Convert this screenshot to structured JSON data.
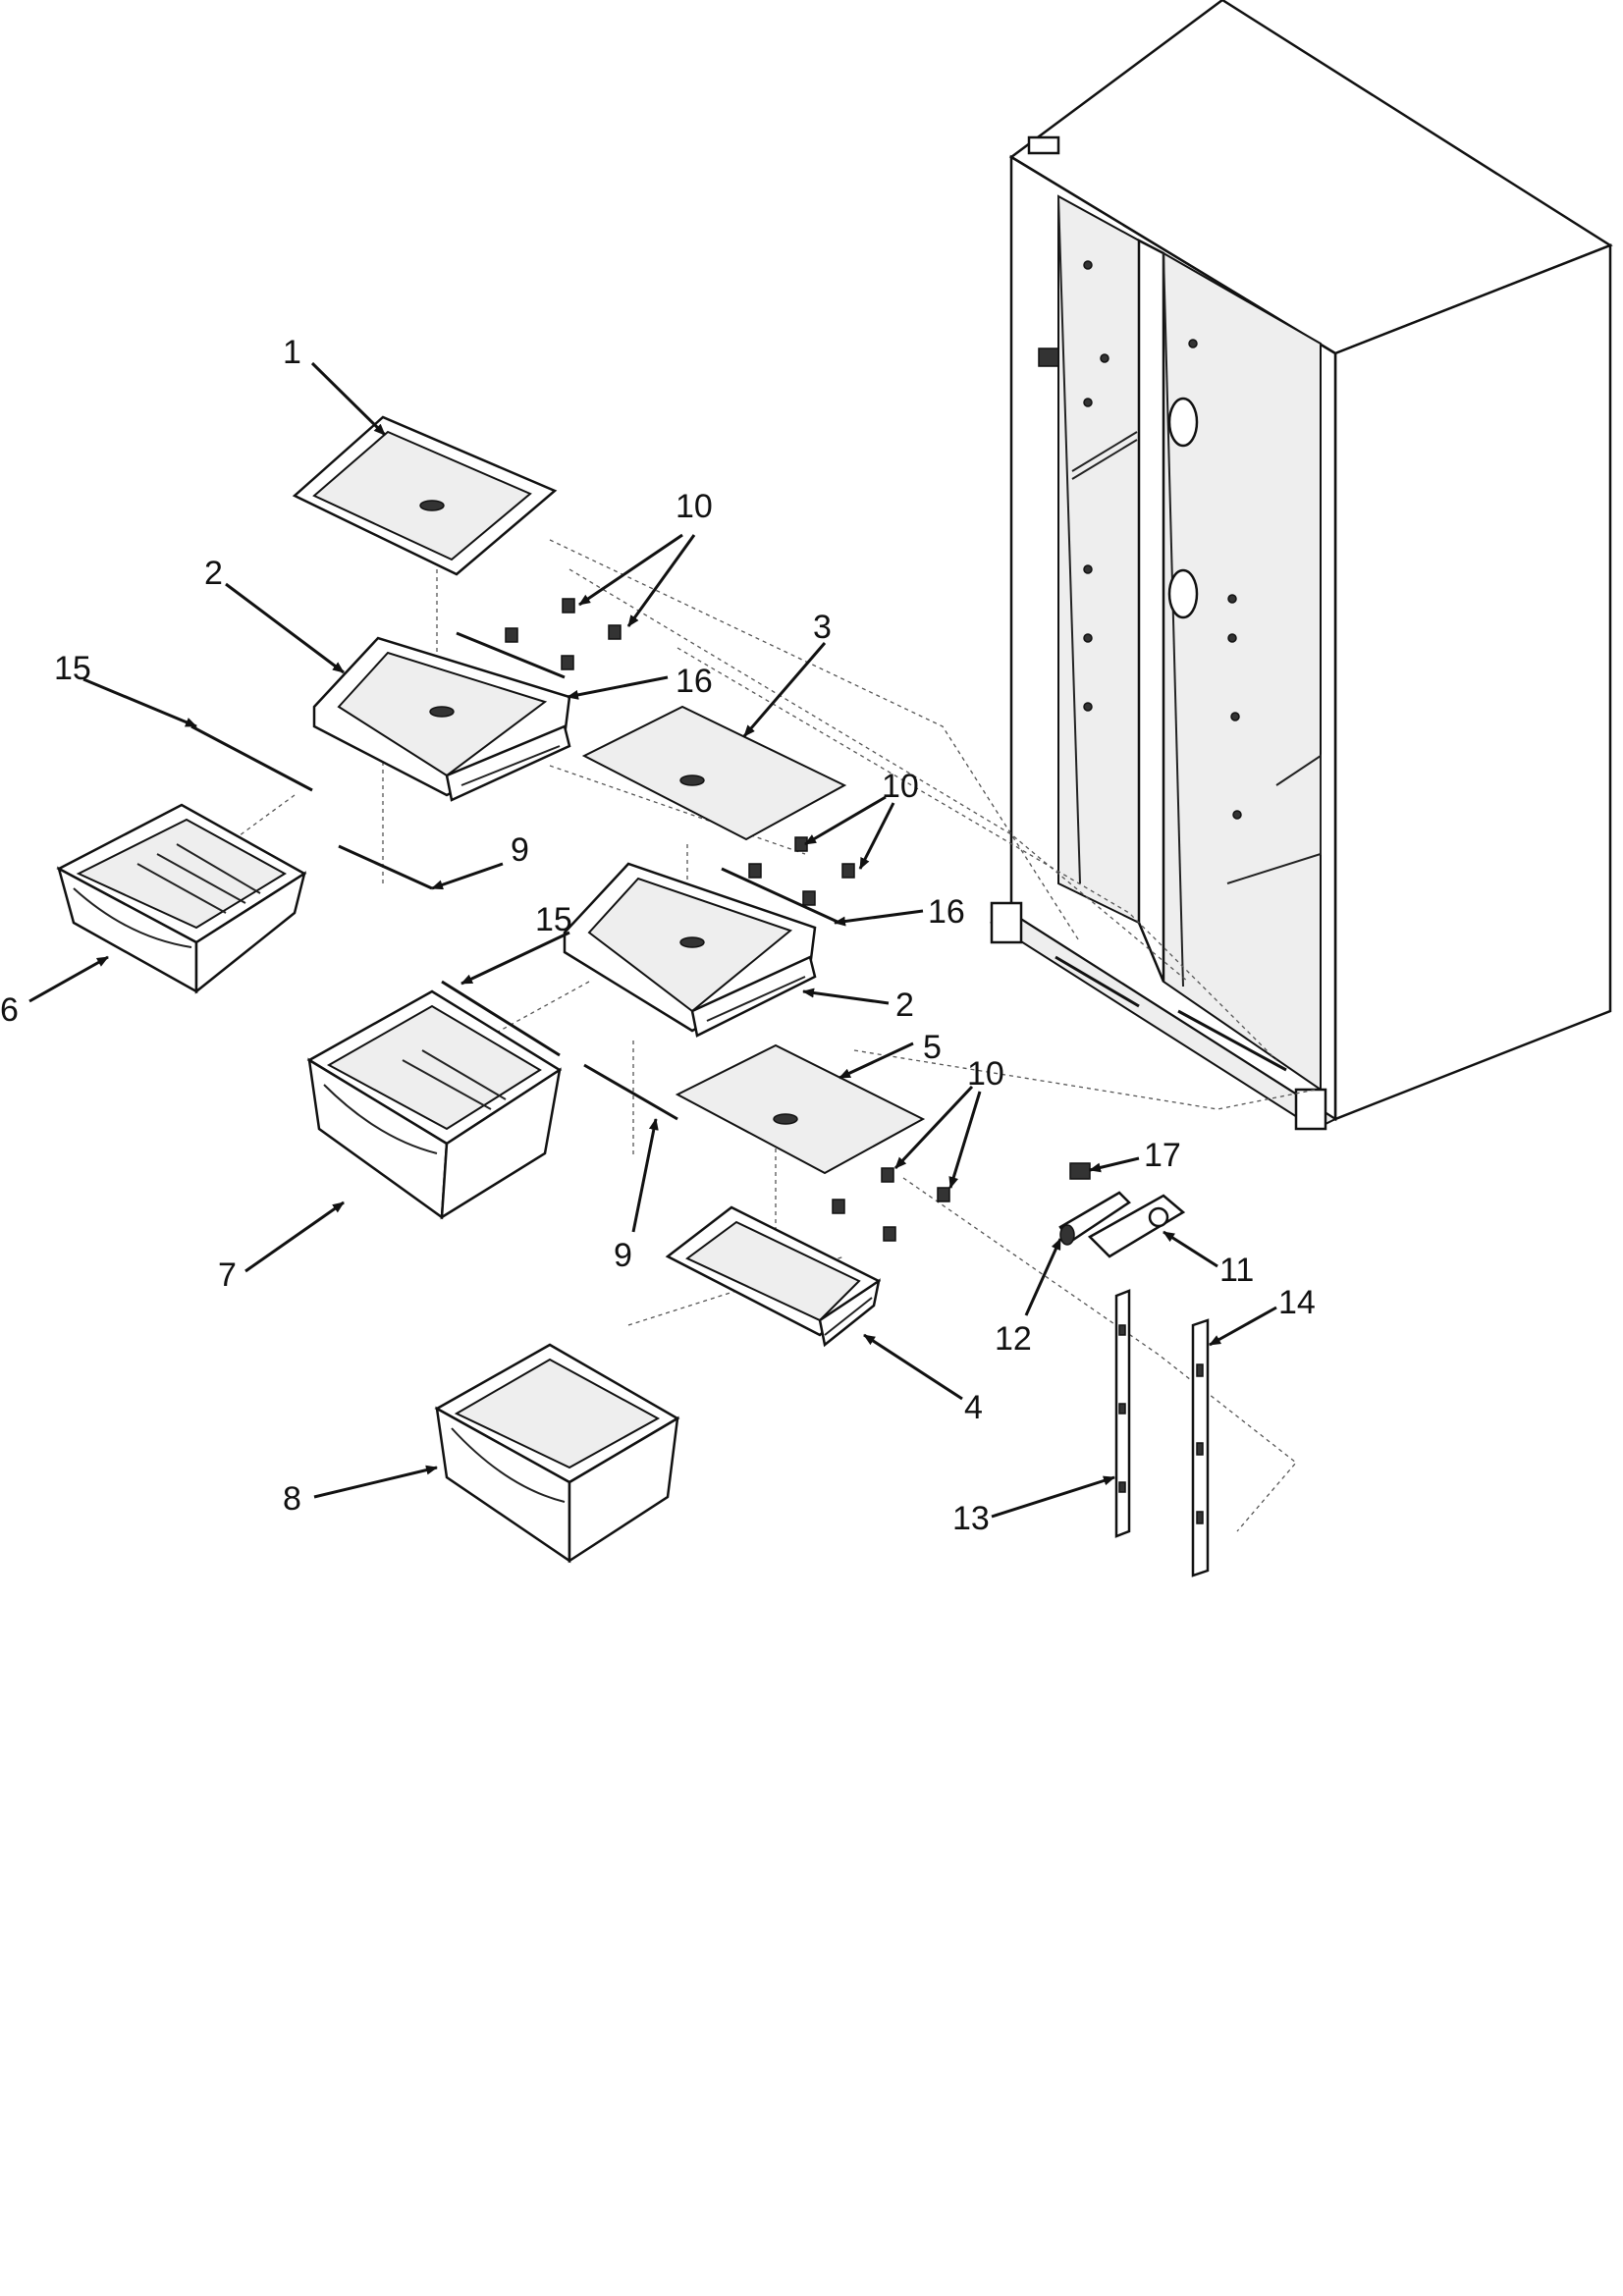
{
  "diagram": {
    "callouts": [
      {
        "id": "c1",
        "text": "1"
      },
      {
        "id": "c2a",
        "text": "2"
      },
      {
        "id": "c2b",
        "text": "2"
      },
      {
        "id": "c3",
        "text": "3"
      },
      {
        "id": "c4",
        "text": "4"
      },
      {
        "id": "c5",
        "text": "5"
      },
      {
        "id": "c6",
        "text": "6"
      },
      {
        "id": "c7",
        "text": "7"
      },
      {
        "id": "c8",
        "text": "8"
      },
      {
        "id": "c9a",
        "text": "9"
      },
      {
        "id": "c9b",
        "text": "9"
      },
      {
        "id": "c10a",
        "text": "10"
      },
      {
        "id": "c10b",
        "text": "10"
      },
      {
        "id": "c10c",
        "text": "10"
      },
      {
        "id": "c11",
        "text": "11"
      },
      {
        "id": "c12",
        "text": "12"
      },
      {
        "id": "c13",
        "text": "13"
      },
      {
        "id": "c14",
        "text": "14"
      },
      {
        "id": "c15a",
        "text": "15"
      },
      {
        "id": "c15b",
        "text": "15"
      },
      {
        "id": "c16a",
        "text": "16"
      },
      {
        "id": "c16b",
        "text": "16"
      },
      {
        "id": "c17",
        "text": "17"
      }
    ]
  }
}
